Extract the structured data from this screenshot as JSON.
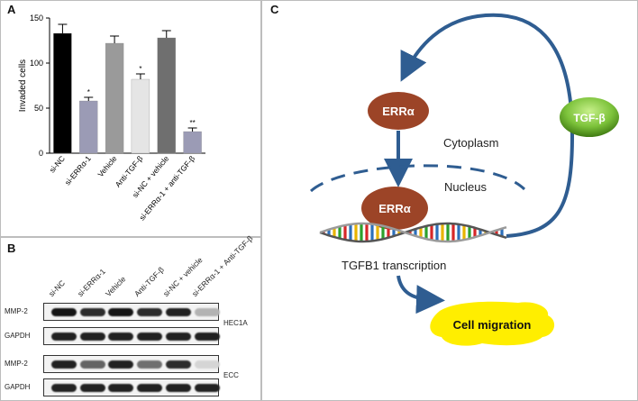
{
  "panels": {
    "A": {
      "label": "A"
    },
    "B": {
      "label": "B"
    },
    "C": {
      "label": "C"
    }
  },
  "chart_data": {
    "type": "bar",
    "categories": [
      "si-NC",
      "si-ERRα-1",
      "Vehicle",
      "Anti-TGF-β",
      "si-NC + vehicle",
      "si-ERRα-1 + anti-TGF-β"
    ],
    "values": [
      133,
      58,
      122,
      82,
      128,
      24
    ],
    "errors": [
      10,
      4,
      8,
      6,
      8,
      4
    ],
    "significance": [
      "",
      "*",
      "",
      "*",
      "",
      "**"
    ],
    "bar_colors": [
      "#000000",
      "#9b9bb5",
      "#9a9a9a",
      "#e5e5e5",
      "#6f6f6f",
      "#9b9bb5"
    ],
    "ylabel": "Invaded cells",
    "ylim": [
      0,
      150
    ],
    "yticks": [
      0,
      50,
      100,
      150
    ]
  },
  "western_blot": {
    "lanes": [
      "si-NC",
      "si-ERRα-1",
      "Vehicle",
      "Anti-TGF-β",
      "si-NC + vehicle",
      "si-ERRα-1 + Anti-TGF-β"
    ],
    "groups": [
      {
        "cell_line": "HEC1A",
        "rows": [
          {
            "name": "MMP-2",
            "intensities": [
              0.95,
              0.85,
              0.95,
              0.85,
              0.9,
              0.25
            ]
          },
          {
            "name": "GAPDH",
            "intensities": [
              0.9,
              0.9,
              0.9,
              0.9,
              0.9,
              0.9
            ]
          }
        ]
      },
      {
        "cell_line": "ECC",
        "rows": [
          {
            "name": "MMP-2",
            "intensities": [
              0.9,
              0.6,
              0.9,
              0.55,
              0.85,
              0.1
            ]
          },
          {
            "name": "GAPDH",
            "intensities": [
              0.9,
              0.9,
              0.9,
              0.9,
              0.9,
              0.9
            ]
          }
        ]
      }
    ]
  },
  "diagram": {
    "errα_top": "ERRα",
    "errα_bottom": "ERRα",
    "tgf": "TGF-β",
    "cytoplasm": "Cytoplasm",
    "nucleus": "Nucleus",
    "transcription": "TGFB1 transcription",
    "migration": "Cell migration",
    "colors": {
      "oval": "#9c4427",
      "tgf_light": "#9ed94f",
      "tgf_dark": "#4a8d18",
      "arrow": "#2f5d91",
      "cloud": "#ffee00"
    }
  }
}
